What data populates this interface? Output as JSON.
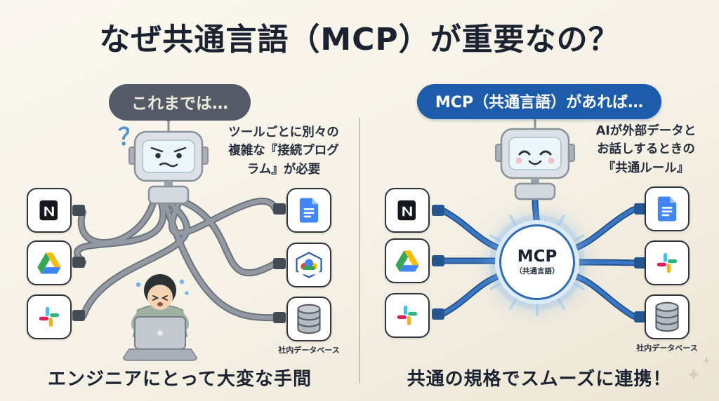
{
  "title": "なぜ共通言語（MCP）が重要なの？",
  "left_panel": {
    "badge": "これまでは…",
    "question_mark": "？",
    "annotation": "ツールごとに別々の\n複雑な『接続プログ\nラム』が必要",
    "database_label": "社内データベース",
    "footer": "エンジニアにとって大変な手間"
  },
  "right_panel": {
    "badge": "MCP（共通言語）があれば…",
    "annotation": "AIが外部データと\nお話しするときの\n『共通ルール』",
    "hub": {
      "title": "MCP",
      "subtitle": "（共通言語）"
    },
    "database_label": "社内データベース",
    "footer": "共通の規格でスムーズに連携！"
  },
  "icons": {
    "left_panel_sources": [
      "notion-icon",
      "google-drive-icon",
      "slack-icon"
    ],
    "left_panel_targets": [
      "google-docs-icon",
      "google-cloud-icon",
      "database-icon"
    ],
    "right_panel_sources": [
      "notion-icon",
      "google-drive-icon",
      "slack-icon"
    ],
    "right_panel_targets": [
      "google-docs-icon",
      "slack-icon",
      "database-icon"
    ],
    "scene": [
      "robot-confused-icon",
      "question-mark",
      "tangled-cables",
      "engineer-icon",
      "robot-happy-icon",
      "neat-cables",
      "mcp-hub",
      "sparkle-icon"
    ]
  },
  "colors": {
    "background": "#f5f1e6",
    "heading_text": "#1b2230",
    "left_badge_bg": "#545b66",
    "left_badge_text": "#eceade",
    "right_badge_bg": "#1d5caa",
    "right_badge_text": "#ffffff",
    "cable_gray": "#949aa3",
    "cable_blue": "#3a77c2",
    "hub_border": "#2f6cb3"
  }
}
